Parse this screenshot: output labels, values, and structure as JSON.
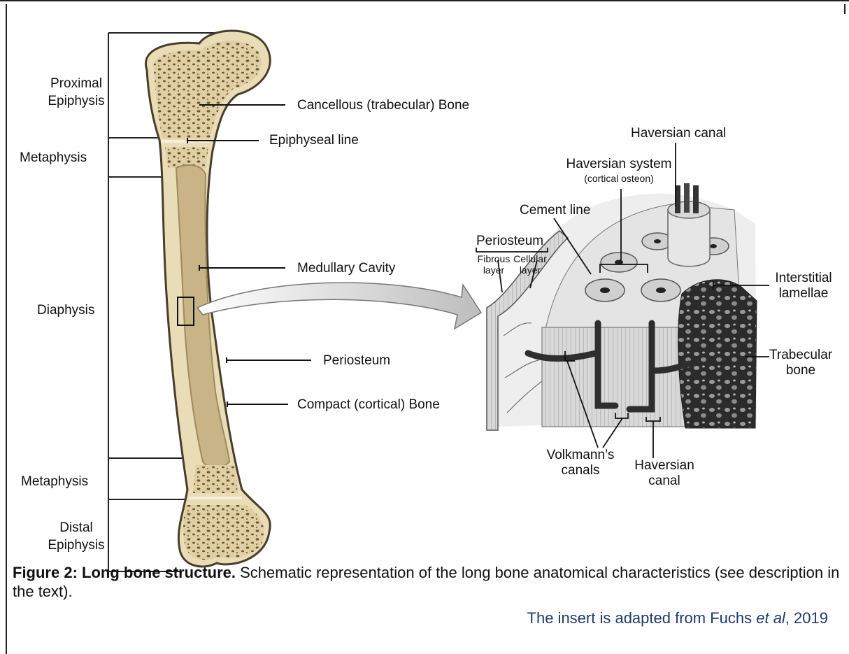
{
  "regions": {
    "proximal_epiphysis": "Proximal\nEpiphysis",
    "metaphysis_top": "Metaphysis",
    "diaphysis": "Diaphysis",
    "metaphysis_bottom": "Metaphysis",
    "distal_epiphysis": "Distal\nEpiphysis"
  },
  "bone_labels": {
    "cancellous": "Cancellous (trabecular) Bone",
    "epiphyseal_line": "Epiphyseal line",
    "medullary_cavity": "Medullary Cavity",
    "periosteum": "Periosteum",
    "compact": "Compact (cortical) Bone"
  },
  "insert_labels": {
    "haversian_canal_top": "Haversian canal",
    "haversian_system": "Haversian system",
    "cortical_osteon": "(cortical osteon)",
    "cement_line": "Cement line",
    "periosteum": "Periosteum",
    "fibrous_layer": "Fibrous\nlayer",
    "cellular_layer": "Cellular\nlayer",
    "interstitial_lamellae": "Interstitial\nlamellae",
    "trabecular_bone": "Trabecular\nbone",
    "volkmanns_canals": "Volkmann’s\ncanals",
    "haversian_canal_bottom": "Haversian\ncanal"
  },
  "caption": {
    "title": "Figure 2: Long bone structure.",
    "text": " Schematic representation of the long bone anatomical characteristics (see description in the text)."
  },
  "credit": {
    "prefix": "The insert is adapted from Fuchs ",
    "italic": "et al",
    "suffix": ", 2019"
  },
  "colors": {
    "bone_outer": "#e9ddb8",
    "bone_inner": "#c9b487",
    "spongy": "#d7c79a",
    "outline": "#4a3d2a",
    "credit_blue": "#1f3a6b"
  }
}
